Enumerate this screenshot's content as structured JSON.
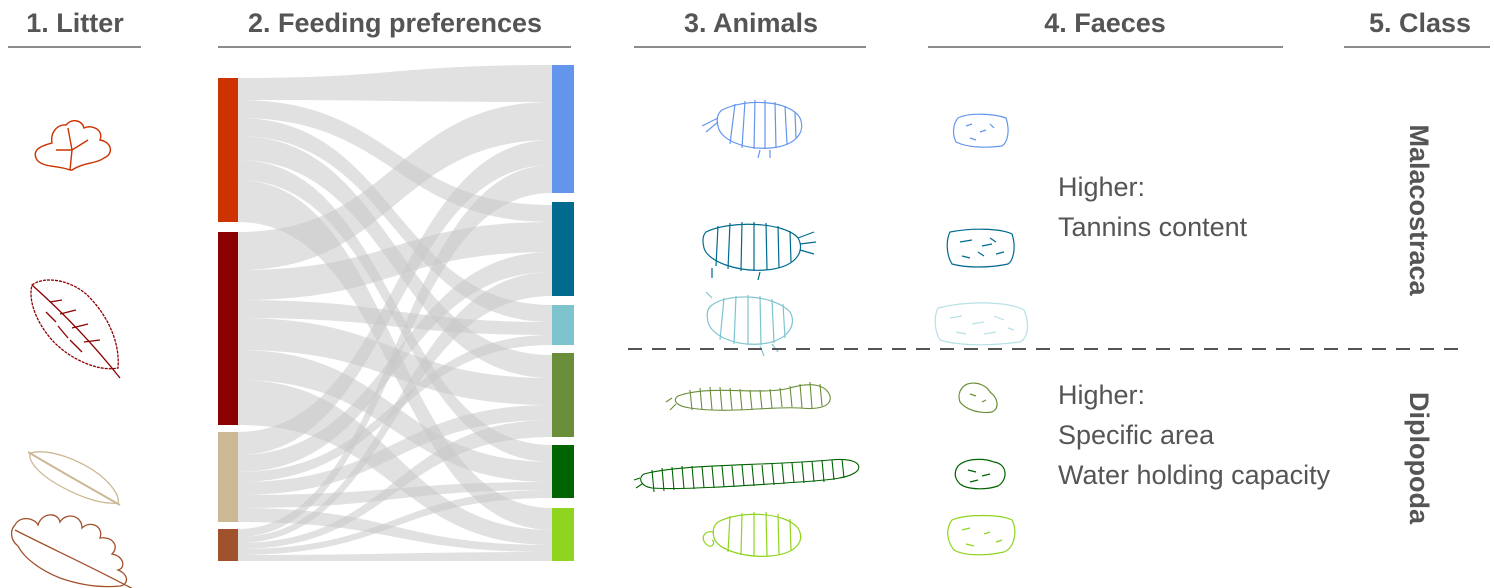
{
  "headers": {
    "litter": "1. Litter",
    "feeding": "2. Feeding preferences",
    "animals": "3. Animals",
    "faeces": "4. Faeces",
    "class": "5. Class"
  },
  "notes": {
    "malacostraca": [
      "Higher:",
      "Tannins content"
    ],
    "diplopoda": [
      "Higher:",
      "Specific area",
      "Water holding capacity"
    ]
  },
  "classes": {
    "malacostraca": "Malacostraca",
    "diplopoda": "Diplopoda"
  },
  "colors": {
    "litter": [
      "#cc3300",
      "#8b0000",
      "#cdb896",
      "#a0522d"
    ],
    "animals": [
      "#6495ed",
      "#006b8f",
      "#7ec4cf",
      "#6b8e3a",
      "#006400",
      "#8fd41e"
    ],
    "flow": "#d9d9d9",
    "text": "#555555"
  },
  "icons": {
    "litter": [
      "leaf-lobed-icon",
      "leaf-elliptic-serrated-icon",
      "leaf-lanceolate-icon",
      "leaf-oak-icon"
    ],
    "animals": [
      "woodlouse-icon",
      "woodlouse-icon",
      "woodlouse-icon",
      "millipede-icon",
      "millipede-icon",
      "pill-millipede-icon"
    ],
    "faeces": [
      "faecal-pellet-icon",
      "faecal-pellet-icon",
      "faecal-pellet-icon",
      "faecal-pellet-icon",
      "faecal-pellet-icon",
      "faecal-pellet-icon"
    ]
  }
}
